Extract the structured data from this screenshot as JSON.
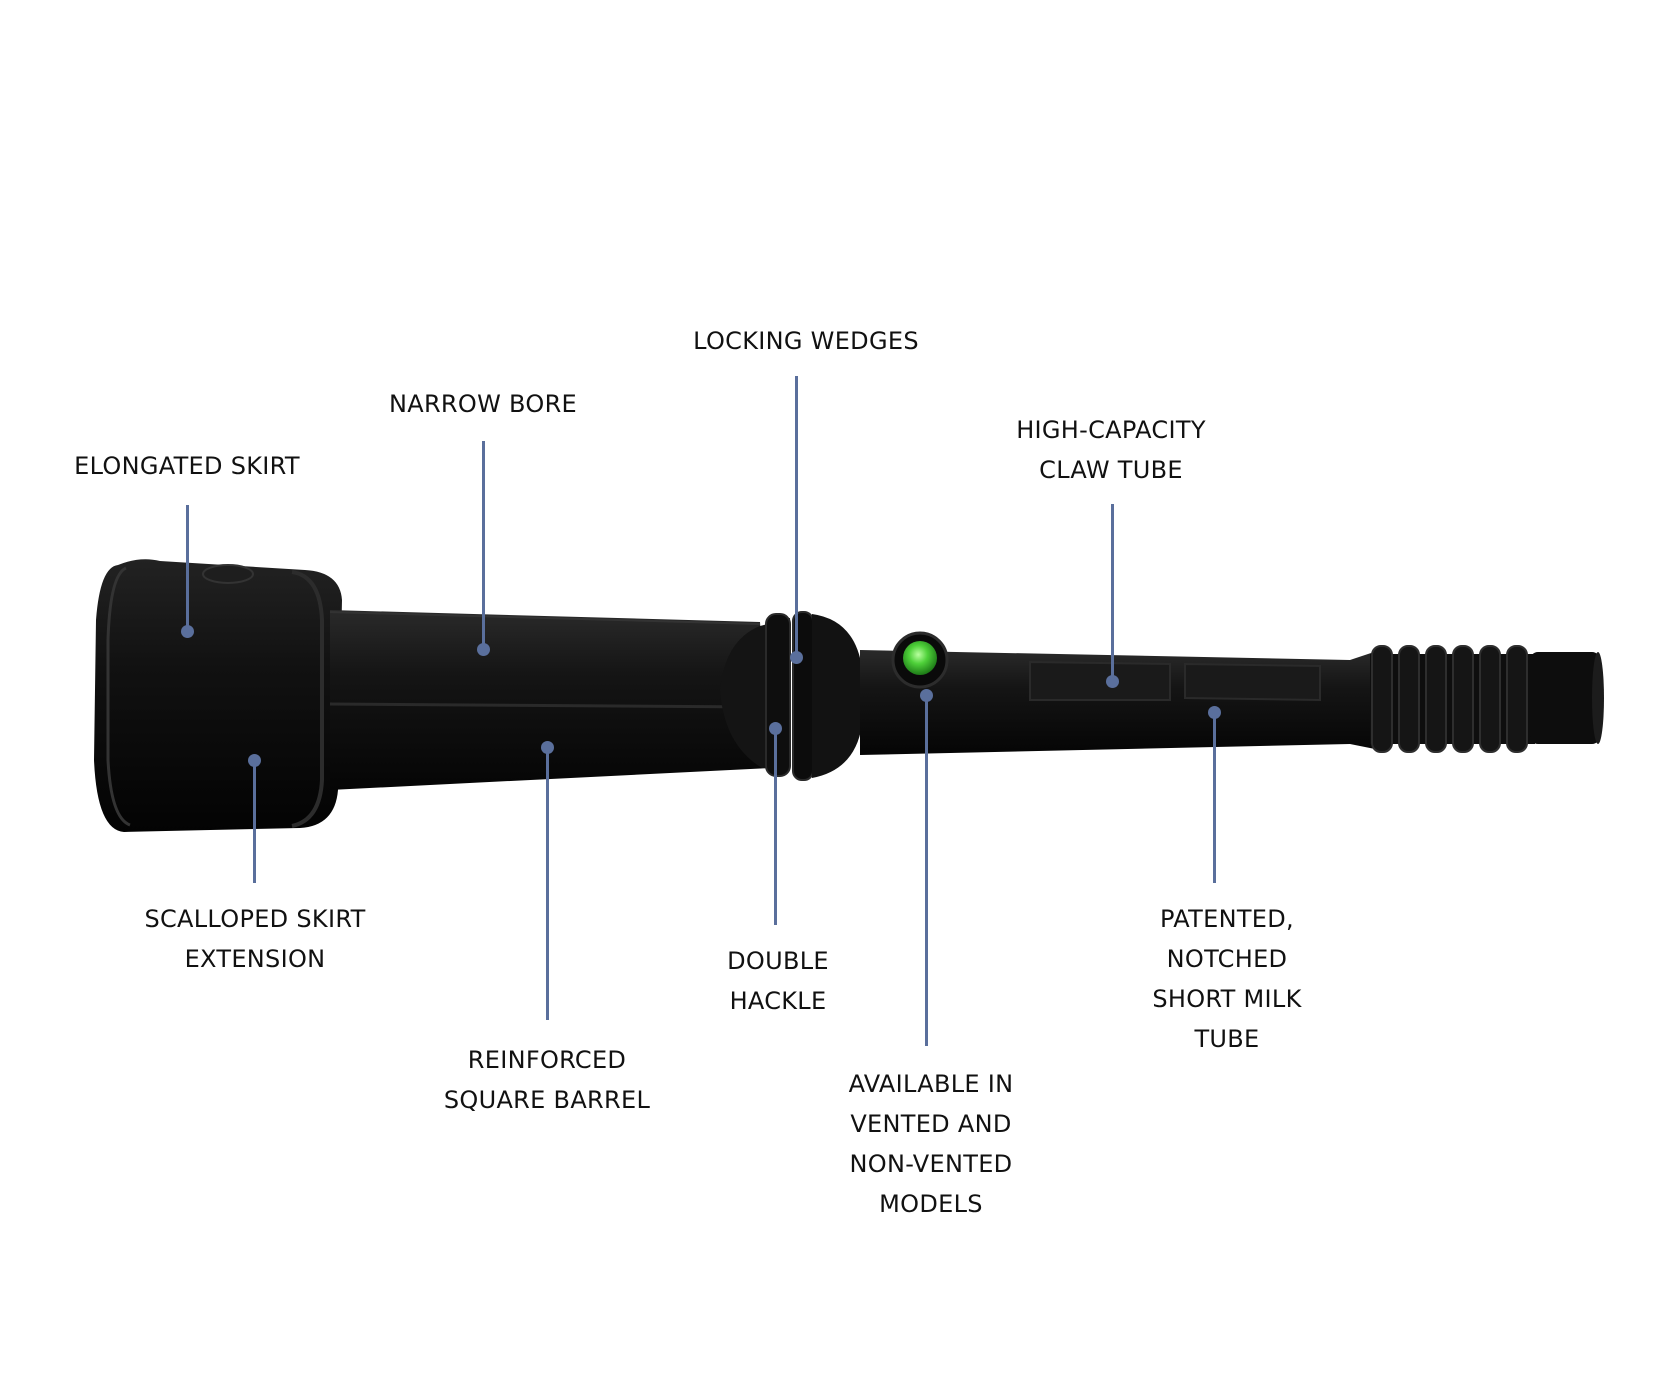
{
  "callouts": [
    {
      "id": "elongated-skirt",
      "lines": [
        "ELONGATED SKIRT"
      ]
    },
    {
      "id": "narrow-bore",
      "lines": [
        "NARROW BORE"
      ]
    },
    {
      "id": "locking-wedges",
      "lines": [
        "LOCKING WEDGES"
      ]
    },
    {
      "id": "high-capacity-claw-tube",
      "lines": [
        "HIGH-CAPACITY",
        "CLAW TUBE"
      ]
    },
    {
      "id": "scalloped-skirt-extension",
      "lines": [
        "SCALLOPED SKIRT",
        "EXTENSION"
      ]
    },
    {
      "id": "reinforced-square-barrel",
      "lines": [
        "REINFORCED",
        "SQUARE BARREL"
      ]
    },
    {
      "id": "double-hackle",
      "lines": [
        "DOUBLE",
        "HACKLE"
      ]
    },
    {
      "id": "available-in-vented-and-non-vented-models",
      "lines": [
        "AVAILABLE IN",
        "VENTED AND",
        "NON-VENTED",
        "MODELS"
      ]
    },
    {
      "id": "patented-notched-short-milk-tube",
      "lines": [
        "PATENTED,",
        "NOTCHED",
        "SHORT MILK",
        "TUBE"
      ]
    }
  ],
  "colors": {
    "leader": "#5a6f9c",
    "vent_button": "#4fd13a",
    "liner_body": "#121212"
  }
}
